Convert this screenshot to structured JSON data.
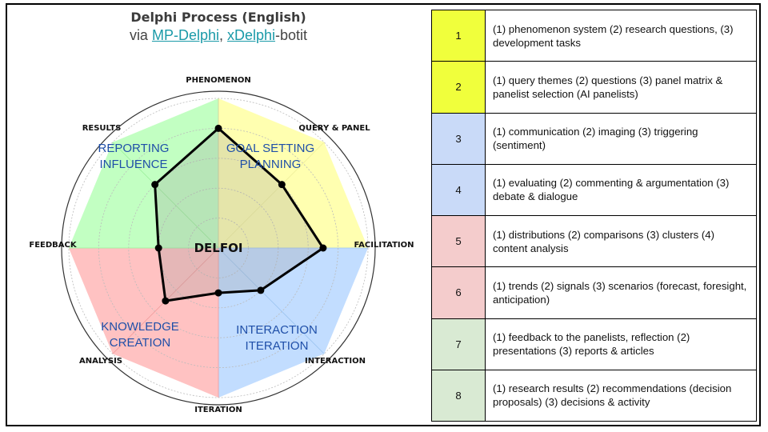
{
  "header": {
    "title": "Delphi Process (English)",
    "subtitle_prefix": "via ",
    "link1": "MP-Delphi",
    "separator": ", ",
    "link2": "xDelphi",
    "subtitle_suffix": "-botit"
  },
  "chart_data": {
    "type": "radar",
    "center_label": "DELFOI",
    "axes": [
      "PHENOMENON",
      "QUERY & PANEL",
      "FACILITATION",
      "INTERACTION",
      "ITERATION",
      "ANALYSIS",
      "FEEDBACK",
      "RESULTS"
    ],
    "values": [
      0.8,
      0.6,
      0.7,
      0.4,
      0.3,
      0.5,
      0.4,
      0.6
    ],
    "range": [
      0,
      1
    ],
    "grid_levels": [
      0.2,
      0.4,
      0.6,
      0.8,
      1.0
    ],
    "quadrants": [
      {
        "name": "goal-setting",
        "lines": [
          "GOAL SETTING",
          "PLANNING"
        ],
        "color": "#ffffb0"
      },
      {
        "name": "interaction",
        "lines": [
          "INTERACTION",
          "ITERATION"
        ],
        "color": "#c2ddff"
      },
      {
        "name": "knowledge",
        "lines": [
          "KNOWLEDGE",
          "CREATION"
        ],
        "color": "#ffc2c2"
      },
      {
        "name": "reporting",
        "lines": [
          "REPORTING",
          "INFLUENCE"
        ],
        "color": "#c2ffc2"
      }
    ]
  },
  "table": {
    "rows": [
      {
        "num": "1",
        "color": "#f0ff3c",
        "text": "(1) phenomenon system (2) research questions, (3) development tasks"
      },
      {
        "num": "2",
        "color": "#f0ff3c",
        "text": "(1) query themes (2) questions (3) panel matrix & panelist selection (AI panelists)"
      },
      {
        "num": "3",
        "color": "#c9daf8",
        "text": "(1) communication (2) imaging (3) triggering (sentiment)"
      },
      {
        "num": "4",
        "color": "#c9daf8",
        "text": "(1) evaluating (2) commenting & argumentation (3) debate & dialogue"
      },
      {
        "num": "5",
        "color": "#f4cccc",
        "text": "(1) distributions (2) comparisons (3) clusters (4) content analysis"
      },
      {
        "num": "6",
        "color": "#f4cccc",
        "text": "(1) trends (2) signals (3) scenarios (forecast, foresight, anticipation)"
      },
      {
        "num": "7",
        "color": "#d9ead3",
        "text": "(1) feedback to the panelists, reflection (2) presentations (3) reports & articles"
      },
      {
        "num": "8",
        "color": "#d9ead3",
        "text": "(1) research results (2) recommendations (decision proposals) (3) decisions & activity"
      }
    ]
  }
}
